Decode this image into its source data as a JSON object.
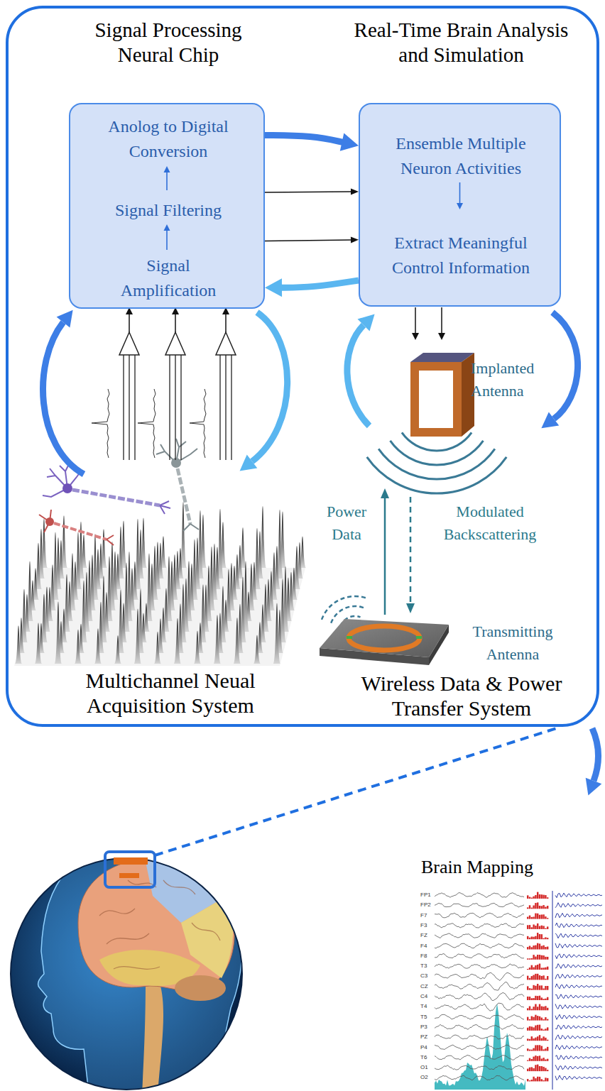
{
  "diagram": {
    "nodes": [
      {
        "text": [
          "Signal Processing Neural Chip",
          "Anolog to Digital Conversion",
          "Signal Filtering",
          "Signal Amplification"
        ]
      },
      {
        "text": [
          "Real-Time Brain Analysis and Simulation",
          "Ensemble Multiple Neuron Activities",
          "Extract Meaningful Control Information"
        ]
      }
    ],
    "edges": [
      {
        "from": 0,
        "to": 1,
        "arrow": "to"
      },
      {
        "from": 0,
        "to": 1,
        "arrow": "to"
      },
      {
        "from": 0,
        "to": 1,
        "arrow": "to"
      },
      {
        "from": 1,
        "to": 0,
        "arrow": "to"
      }
    ],
    "labels": [
      "Implanted Antenna",
      "Power Data",
      "Modulated Backscattering",
      "Transmitting Antenna",
      "Multichannel Neual Acquisition System",
      "Wireless Data & Power Transfer System",
      "Brain Mapping",
      "FP1",
      "FP2",
      "F7",
      "F3",
      "FZ",
      "F4",
      "F8",
      "T3",
      "C3",
      "CZ",
      "C4",
      "T4",
      "T5",
      "P3",
      "PZ",
      "P4",
      "T6",
      "O1",
      "O2"
    ]
  }
}
